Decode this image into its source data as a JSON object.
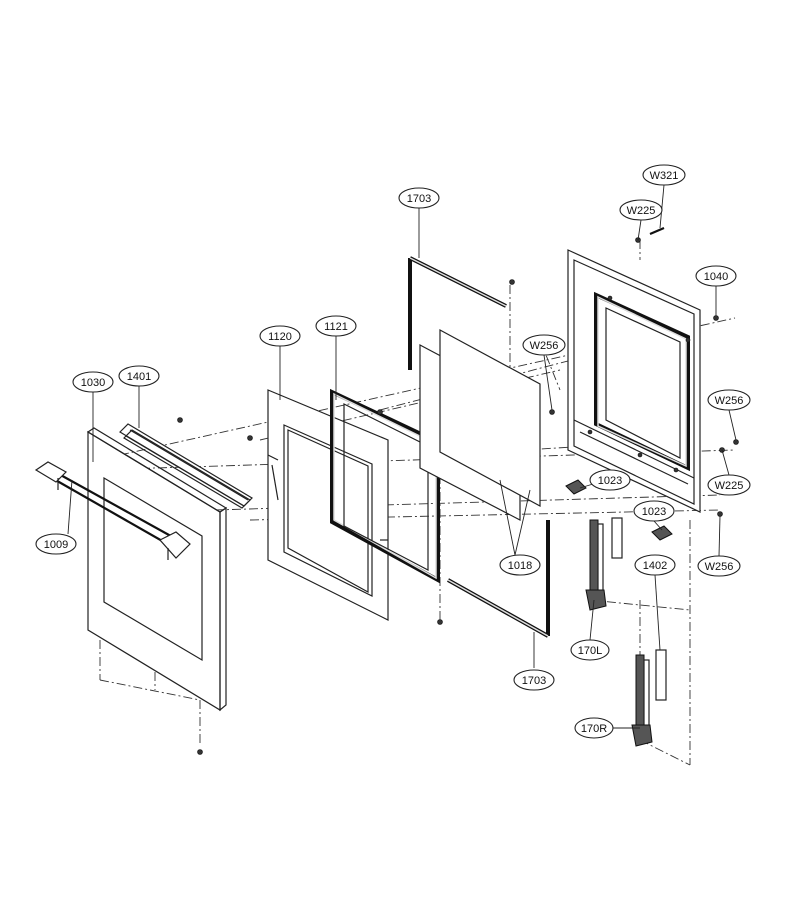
{
  "callouts": {
    "c1030": "1030",
    "c1401": "1401",
    "c1009": "1009",
    "c1120": "1120",
    "c1121": "1121",
    "c1703_top": "1703",
    "c1703_bottom": "1703",
    "c1018": "1018",
    "cW256_a": "W256",
    "cW256_b": "W256",
    "cW256_c": "W256",
    "cW225_a": "W225",
    "cW225_b": "W225",
    "cW321": "W321",
    "c1040": "1040",
    "c1023_a": "1023",
    "c1023_b": "1023",
    "c1402": "1402",
    "c170L": "170L",
    "c170R": "170R"
  }
}
